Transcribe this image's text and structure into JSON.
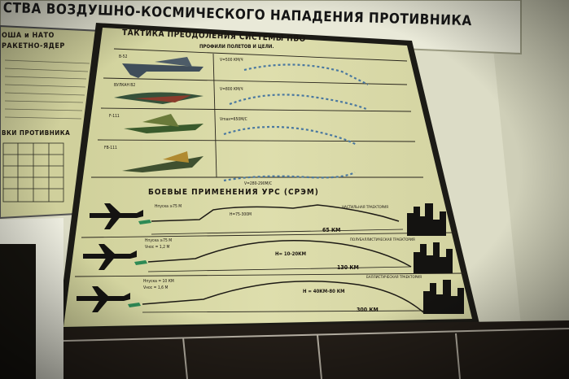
{
  "banner": "СТВА ВОЗДУШНО-КОСМИЧЕСКОГО НАПАДЕНИЯ ПРОТИВНИКА",
  "left_panel": {
    "line1": "ОША и НАТО",
    "line2": "РАКЕТНО-ЯДЕР",
    "section": "ВКИ ПРОТИВНИКА"
  },
  "main": {
    "title": "ТАКТИКА ПРЕОДОЛЕНИЯ СИСТЕМЫ ПВО",
    "subtitle": "ПРОФИЛИ ПОЛЕТОВ И ЦЕЛИ.",
    "aircraft": [
      "В-52",
      "ВУЛКАН В2",
      "F-111",
      "FB-111"
    ],
    "profile_notes": [
      "V=500 КМ/Ч",
      "V=800 КМ/Ч",
      "Vmax=650М/С",
      "V=280-290М/С"
    ],
    "section2_title": "БОЕВЫЕ ПРИМЕНЕНИЯ УРС (СРЭМ)",
    "trajectories": [
      {
        "launch": "Hпуска ≥75 М",
        "apex": "Н=75-300М",
        "type": "НАСТИЛЬНАЯ ТРАЕКТОРИЯ",
        "range": "65 КМ"
      },
      {
        "launch": "Hпуска ≥75 М",
        "speed": "Vнос = 1,2 М",
        "apex": "Н= 10-20КМ",
        "type": "ПОЛУБАЛЛИСТИЧЕСКАЯ ТРАЕКТОРИЯ",
        "range": "130 КМ"
      },
      {
        "launch": "Hпуска = 10 КМ",
        "speed": "Vнос = 1,6 М",
        "apex": "Н = 40КМ-80 КМ",
        "type": "БАЛЛИСТИЧЕСКАЯ ТРАЕКТОРИЯ",
        "range": "300 КМ"
      }
    ]
  },
  "colors": {
    "board": "#d8d8a6",
    "wall": "#e6e6d2",
    "ink": "#1a1510",
    "trajectory_blue": "#4a78a0"
  }
}
